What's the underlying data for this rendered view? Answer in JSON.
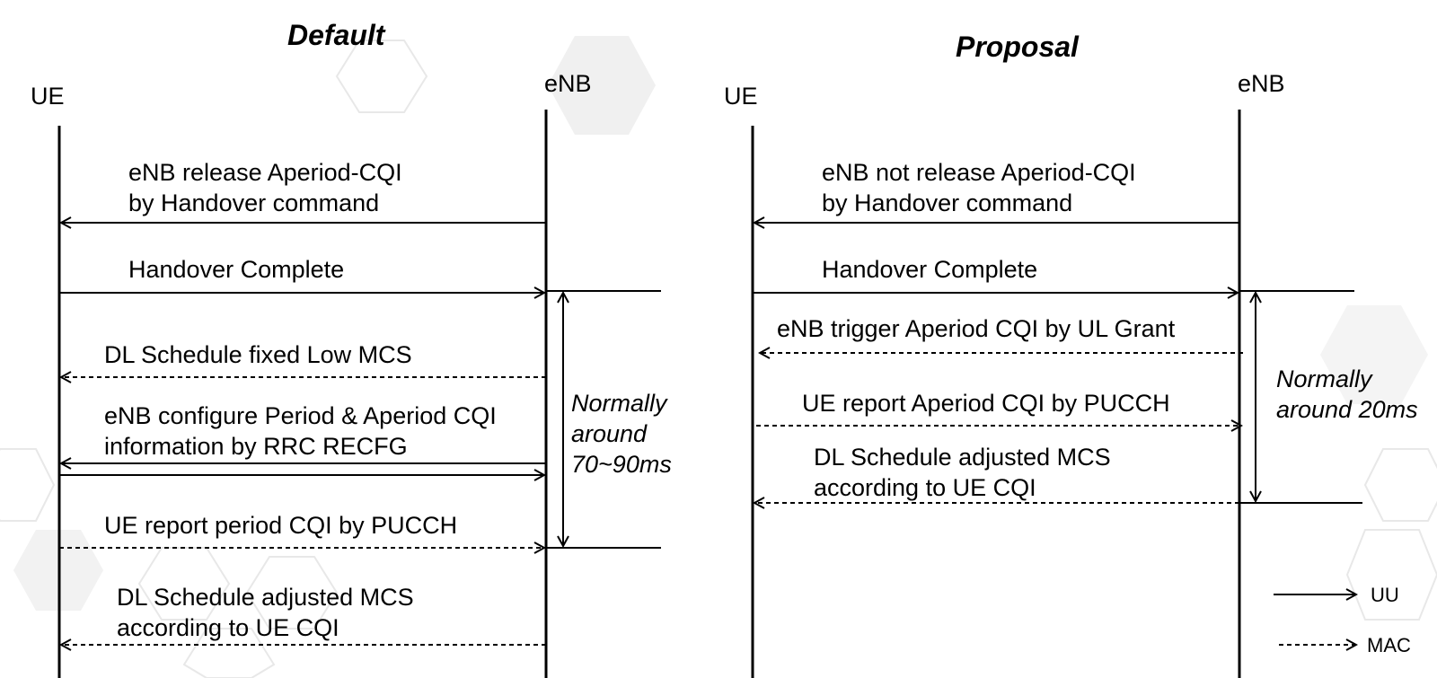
{
  "default_panel": {
    "title": "Default",
    "ue_label": "UE",
    "enb_label": "eNB",
    "messages": [
      {
        "line1": "eNB release Aperiod-CQI",
        "line2": "by Handover command"
      },
      {
        "line1": "Handover Complete"
      },
      {
        "line1": "DL Schedule fixed Low MCS"
      },
      {
        "line1": "eNB configure Period & Aperiod CQI",
        "line2": "information by RRC RECFG"
      },
      {
        "line1": "UE report period CQI by PUCCH"
      },
      {
        "line1": "DL Schedule adjusted MCS",
        "line2": "according to UE CQI"
      }
    ],
    "duration": {
      "line1": "Normally",
      "line2": "around",
      "line3": "70~90ms"
    }
  },
  "proposal_panel": {
    "title": "Proposal",
    "ue_label": "UE",
    "enb_label": "eNB",
    "messages": [
      {
        "line1": "eNB not release Aperiod-CQI",
        "line2": "by Handover command"
      },
      {
        "line1": "Handover Complete"
      },
      {
        "line1": "eNB trigger Aperiod CQI by UL Grant"
      },
      {
        "line1": "UE report Aperiod CQI by PUCCH"
      },
      {
        "line1": "DL Schedule adjusted MCS",
        "line2": "according to UE CQI"
      }
    ],
    "duration": {
      "line1": "Normally",
      "line2": "around 20ms"
    }
  },
  "legend": {
    "solid_label": "UU",
    "dashed_label": "MAC"
  },
  "colors": {
    "line": "#000000",
    "background": "#ffffff",
    "watermark": "#e6e6e6",
    "spellcheck": "#d04040"
  }
}
